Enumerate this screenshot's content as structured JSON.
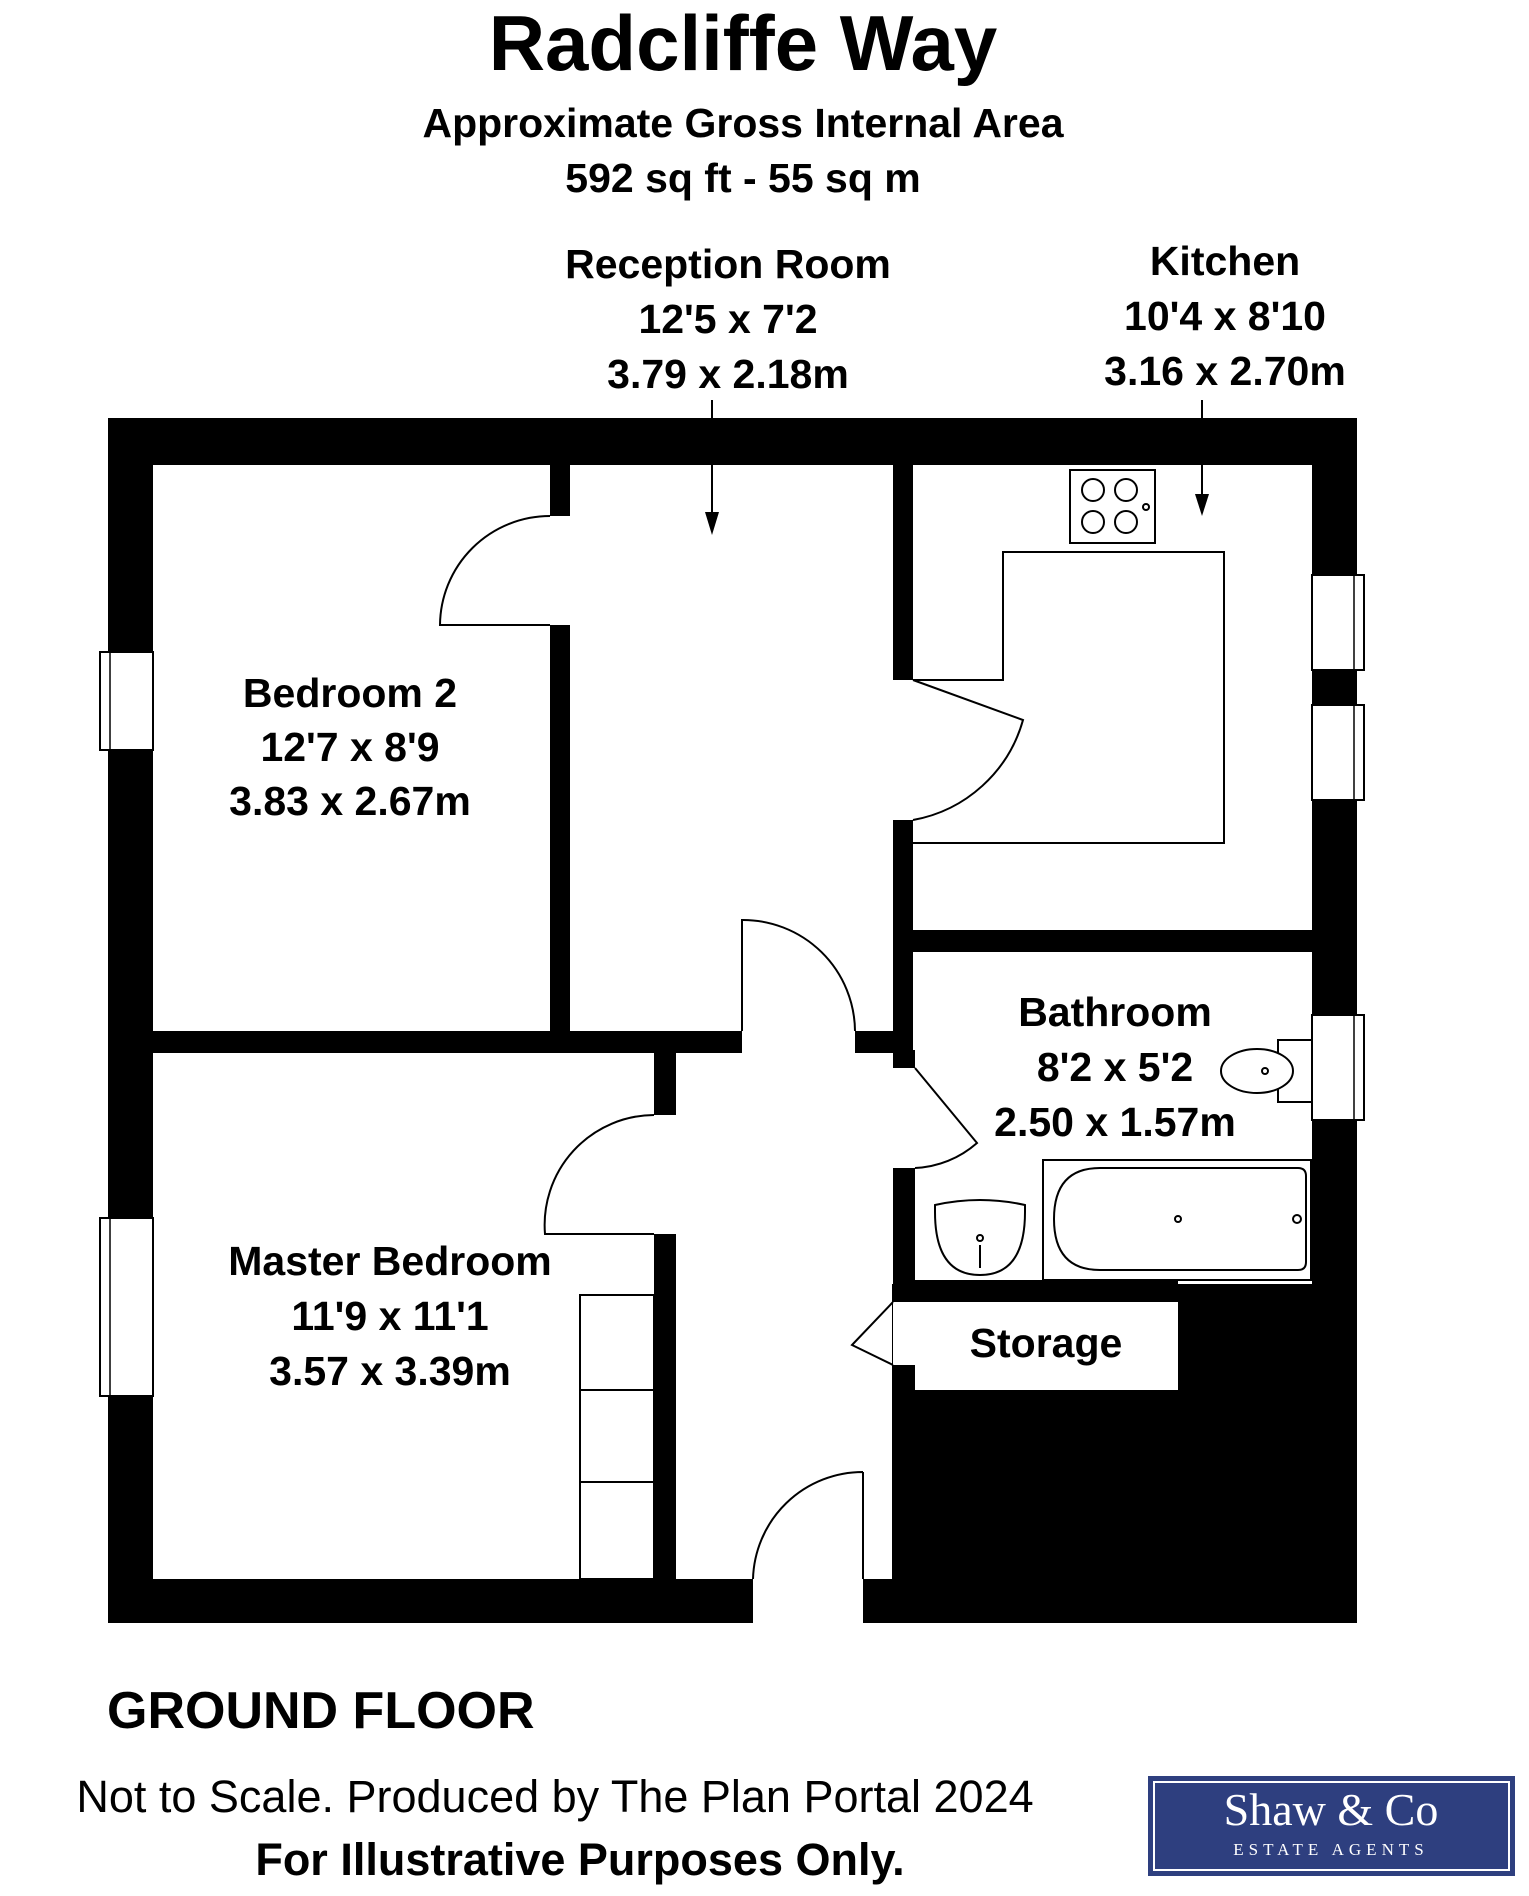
{
  "header": {
    "title": "Radcliffe Way",
    "area_label": "Approximate Gross Internal Area",
    "area_value": "592 sq ft - 55 sq m"
  },
  "rooms": {
    "reception": {
      "name": "Reception Room",
      "imperial": "12'5 x 7'2",
      "metric": "3.79 x 2.18m"
    },
    "kitchen": {
      "name": "Kitchen",
      "imperial": "10'4 x 8'10",
      "metric": "3.16 x 2.70m"
    },
    "bedroom2": {
      "name": "Bedroom 2",
      "imperial": "12'7 x 8'9",
      "metric": "3.83 x 2.67m"
    },
    "bathroom": {
      "name": "Bathroom",
      "imperial": "8'2 x 5'2",
      "metric": "2.50 x 1.57m"
    },
    "master": {
      "name": "Master Bedroom",
      "imperial": "11'9 x 11'1",
      "metric": "3.57 x 3.39m"
    },
    "storage": {
      "name": "Storage"
    }
  },
  "floor_label": "GROUND FLOOR",
  "footer": {
    "line1": "Not to Scale. Produced by The Plan Portal 2024",
    "line2": "For Illustrative Purposes Only."
  },
  "logo": {
    "name": "Shaw & Co",
    "tagline": "ESTATE AGENTS",
    "color": "#2e3f7f"
  }
}
